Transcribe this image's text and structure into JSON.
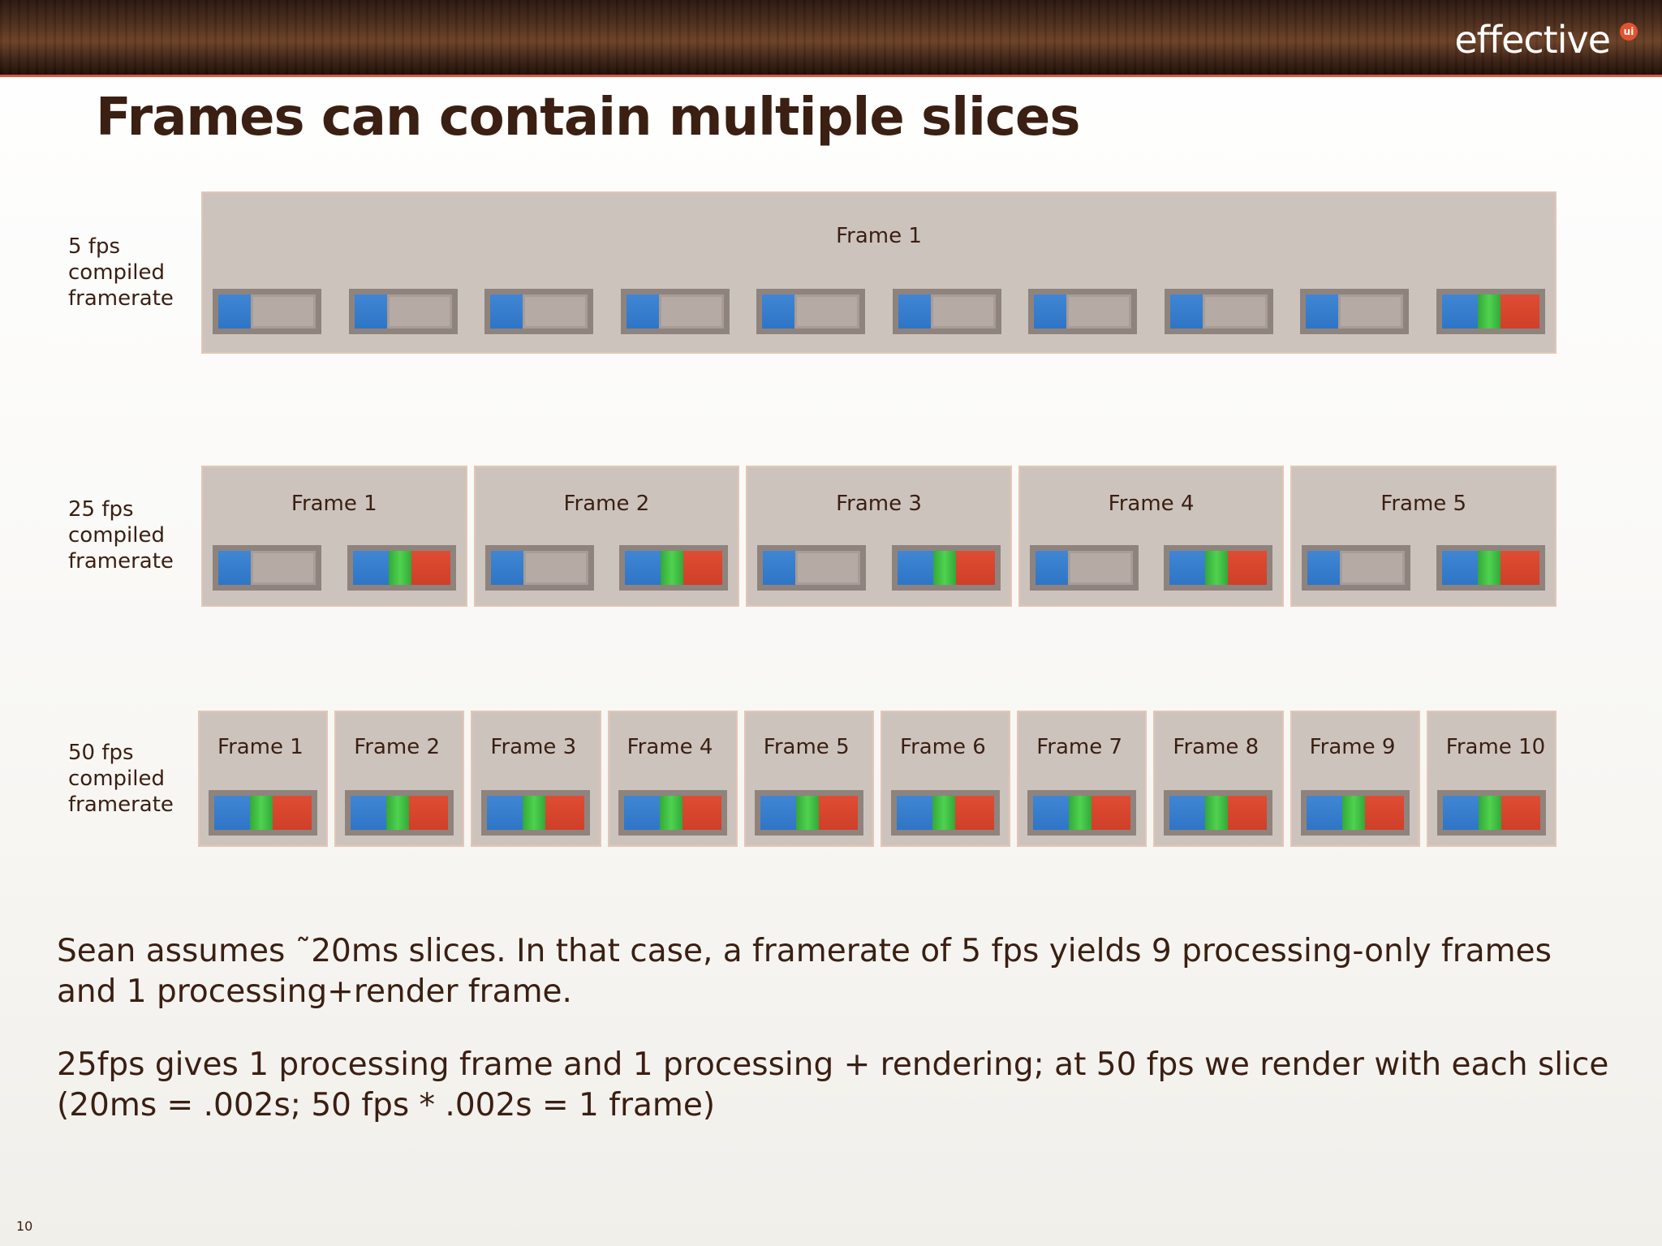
{
  "header": {
    "logo_text": "effective",
    "logo_badge": "ui"
  },
  "title": "Frames can contain multiple slices",
  "rows": [
    {
      "label_lines": [
        "5 fps",
        "compiled",
        "framerate"
      ],
      "frames": [
        {
          "label": "Frame 1",
          "slices": [
            "processing",
            "processing",
            "processing",
            "processing",
            "processing",
            "processing",
            "processing",
            "processing",
            "processing",
            "render"
          ]
        }
      ]
    },
    {
      "label_lines": [
        "25 fps",
        "compiled",
        "framerate"
      ],
      "frames": [
        {
          "label": "Frame 1",
          "slices": [
            "processing",
            "render"
          ]
        },
        {
          "label": "Frame 2",
          "slices": [
            "processing",
            "render"
          ]
        },
        {
          "label": "Frame 3",
          "slices": [
            "processing",
            "render"
          ]
        },
        {
          "label": "Frame 4",
          "slices": [
            "processing",
            "render"
          ]
        },
        {
          "label": "Frame 5",
          "slices": [
            "processing",
            "render"
          ]
        }
      ]
    },
    {
      "label_lines": [
        "50 fps",
        "compiled",
        "framerate"
      ],
      "frames": [
        {
          "label": "Frame 1",
          "slices": [
            "render"
          ]
        },
        {
          "label": "Frame 2",
          "slices": [
            "render"
          ]
        },
        {
          "label": "Frame 3",
          "slices": [
            "render"
          ]
        },
        {
          "label": "Frame 4",
          "slices": [
            "render"
          ]
        },
        {
          "label": "Frame 5",
          "slices": [
            "render"
          ]
        },
        {
          "label": "Frame 6",
          "slices": [
            "render"
          ]
        },
        {
          "label": "Frame 7",
          "slices": [
            "render"
          ]
        },
        {
          "label": "Frame 8",
          "slices": [
            "render"
          ]
        },
        {
          "label": "Frame 9",
          "slices": [
            "render"
          ]
        },
        {
          "label": "Frame 10",
          "slices": [
            "render"
          ]
        }
      ]
    }
  ],
  "notes": [
    "Sean assumes ˜20ms slices.  In that case, a framerate of 5 fps yields 9 processing-only frames and 1 processing+render frame.",
    "25fps gives 1 processing frame and 1 processing + rendering; at 50 fps we render with each slice (20ms = .002s; 50 fps * .002s = 1 frame)"
  ],
  "page_number": "10",
  "colors": {
    "processing": "#2f75c6",
    "update": "#4fd34e",
    "render": "#cf3f29",
    "frame_bg": "#cdc3bd",
    "accent": "#d9583d",
    "text": "#3a1f12"
  }
}
